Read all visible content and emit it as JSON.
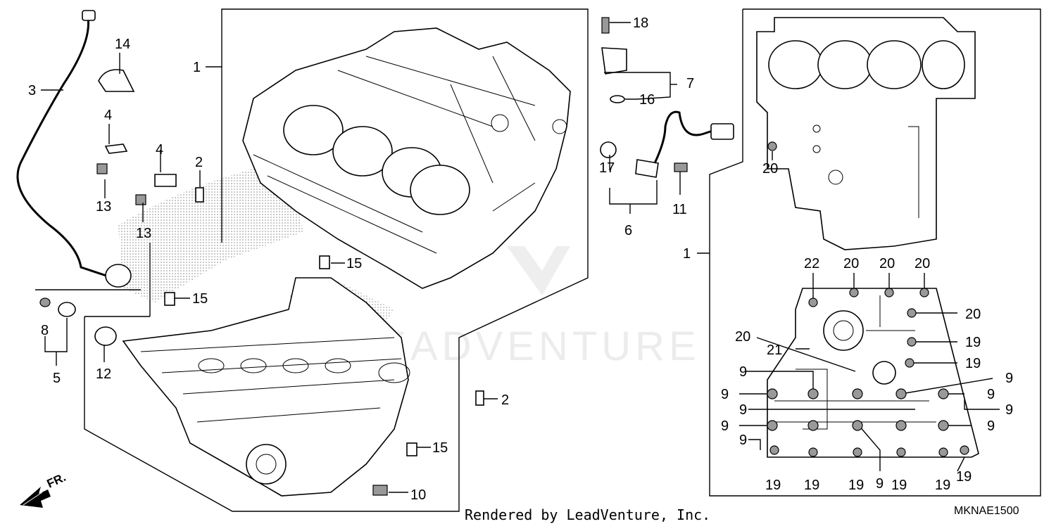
{
  "diagram": {
    "callouts": [
      "1",
      "2",
      "3",
      "4",
      "5",
      "6",
      "7",
      "8",
      "9",
      "10",
      "11",
      "12",
      "13",
      "14",
      "15",
      "16",
      "17",
      "18",
      "19",
      "20",
      "21",
      "22"
    ],
    "watermark_text": "LEADVENTURE",
    "footer_text": "Rendered by LeadVenture, Inc.",
    "diagram_code": "MKNAE1500",
    "direction_label": "FR."
  }
}
